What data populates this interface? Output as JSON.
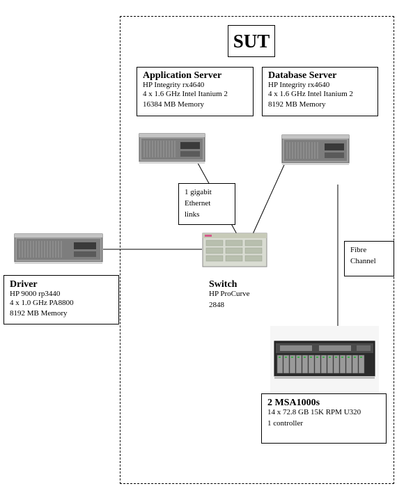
{
  "sut": {
    "title": "SUT"
  },
  "app_server": {
    "title": "Application Server",
    "lines": [
      "HP Integrity rx4640",
      "4 x 1.6 GHz Intel Itanium 2",
      "16384 MB Memory"
    ]
  },
  "db_server": {
    "title": "Database Server",
    "lines": [
      "HP Integrity rx4640",
      "4 x 1.6 GHz Intel Itanium 2",
      "8192 MB Memory"
    ]
  },
  "driver": {
    "title": "Driver",
    "lines": [
      "HP 9000  rp3440",
      "4 x 1.0 GHz PA8800",
      "8192 MB Memory"
    ]
  },
  "switch": {
    "title": "Switch",
    "lines": [
      "HP ProCurve",
      "2848"
    ]
  },
  "ethernet_note": {
    "lines": [
      "1 gigabit",
      "Ethernet",
      "links"
    ]
  },
  "fibre_note": {
    "lines": [
      "Fibre",
      "Channel"
    ]
  },
  "storage": {
    "title": "2 MSA1000s",
    "lines": [
      "14 x 72.8 GB 15K RPM  U320",
      "1 controller"
    ]
  }
}
